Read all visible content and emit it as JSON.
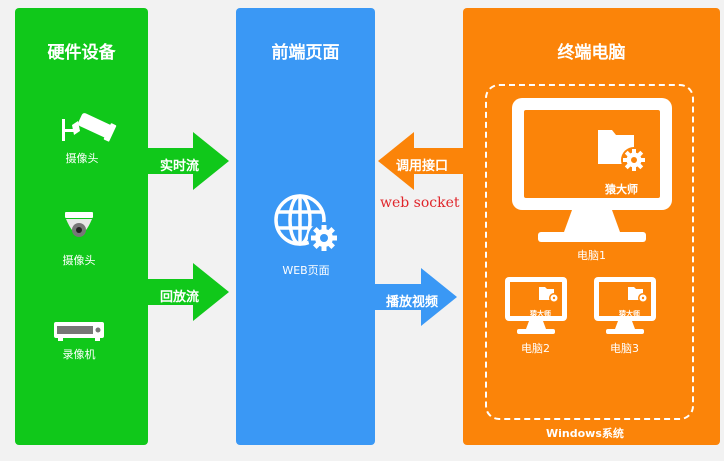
{
  "panels": {
    "hardware": {
      "title": "硬件设备",
      "color": "#10c81a"
    },
    "frontend": {
      "title": "前端页面",
      "color": "#3a98f5"
    },
    "terminal": {
      "title": "终端电脑",
      "color": "#fb8409"
    }
  },
  "devices": [
    {
      "label": "摄像头",
      "icon": "bullet-camera-icon"
    },
    {
      "label": "摄像头",
      "icon": "dome-camera-icon"
    },
    {
      "label": "录像机",
      "icon": "recorder-icon"
    }
  ],
  "arrows": {
    "realtime": "实时流",
    "playback": "回放流",
    "call_api": "调用接口",
    "play_video": "播放视频"
  },
  "web_socket": "web socket",
  "frontend_node": {
    "label": "WEB页面",
    "icon": "globe-gear-icon"
  },
  "terminal": {
    "main_pc": {
      "label": "电脑1",
      "app": "猿大师"
    },
    "pc2": {
      "label": "电脑2",
      "app": "猿大师"
    },
    "pc3": {
      "label": "电脑3",
      "app": "猿大师"
    },
    "os_label": "Windows系统"
  }
}
